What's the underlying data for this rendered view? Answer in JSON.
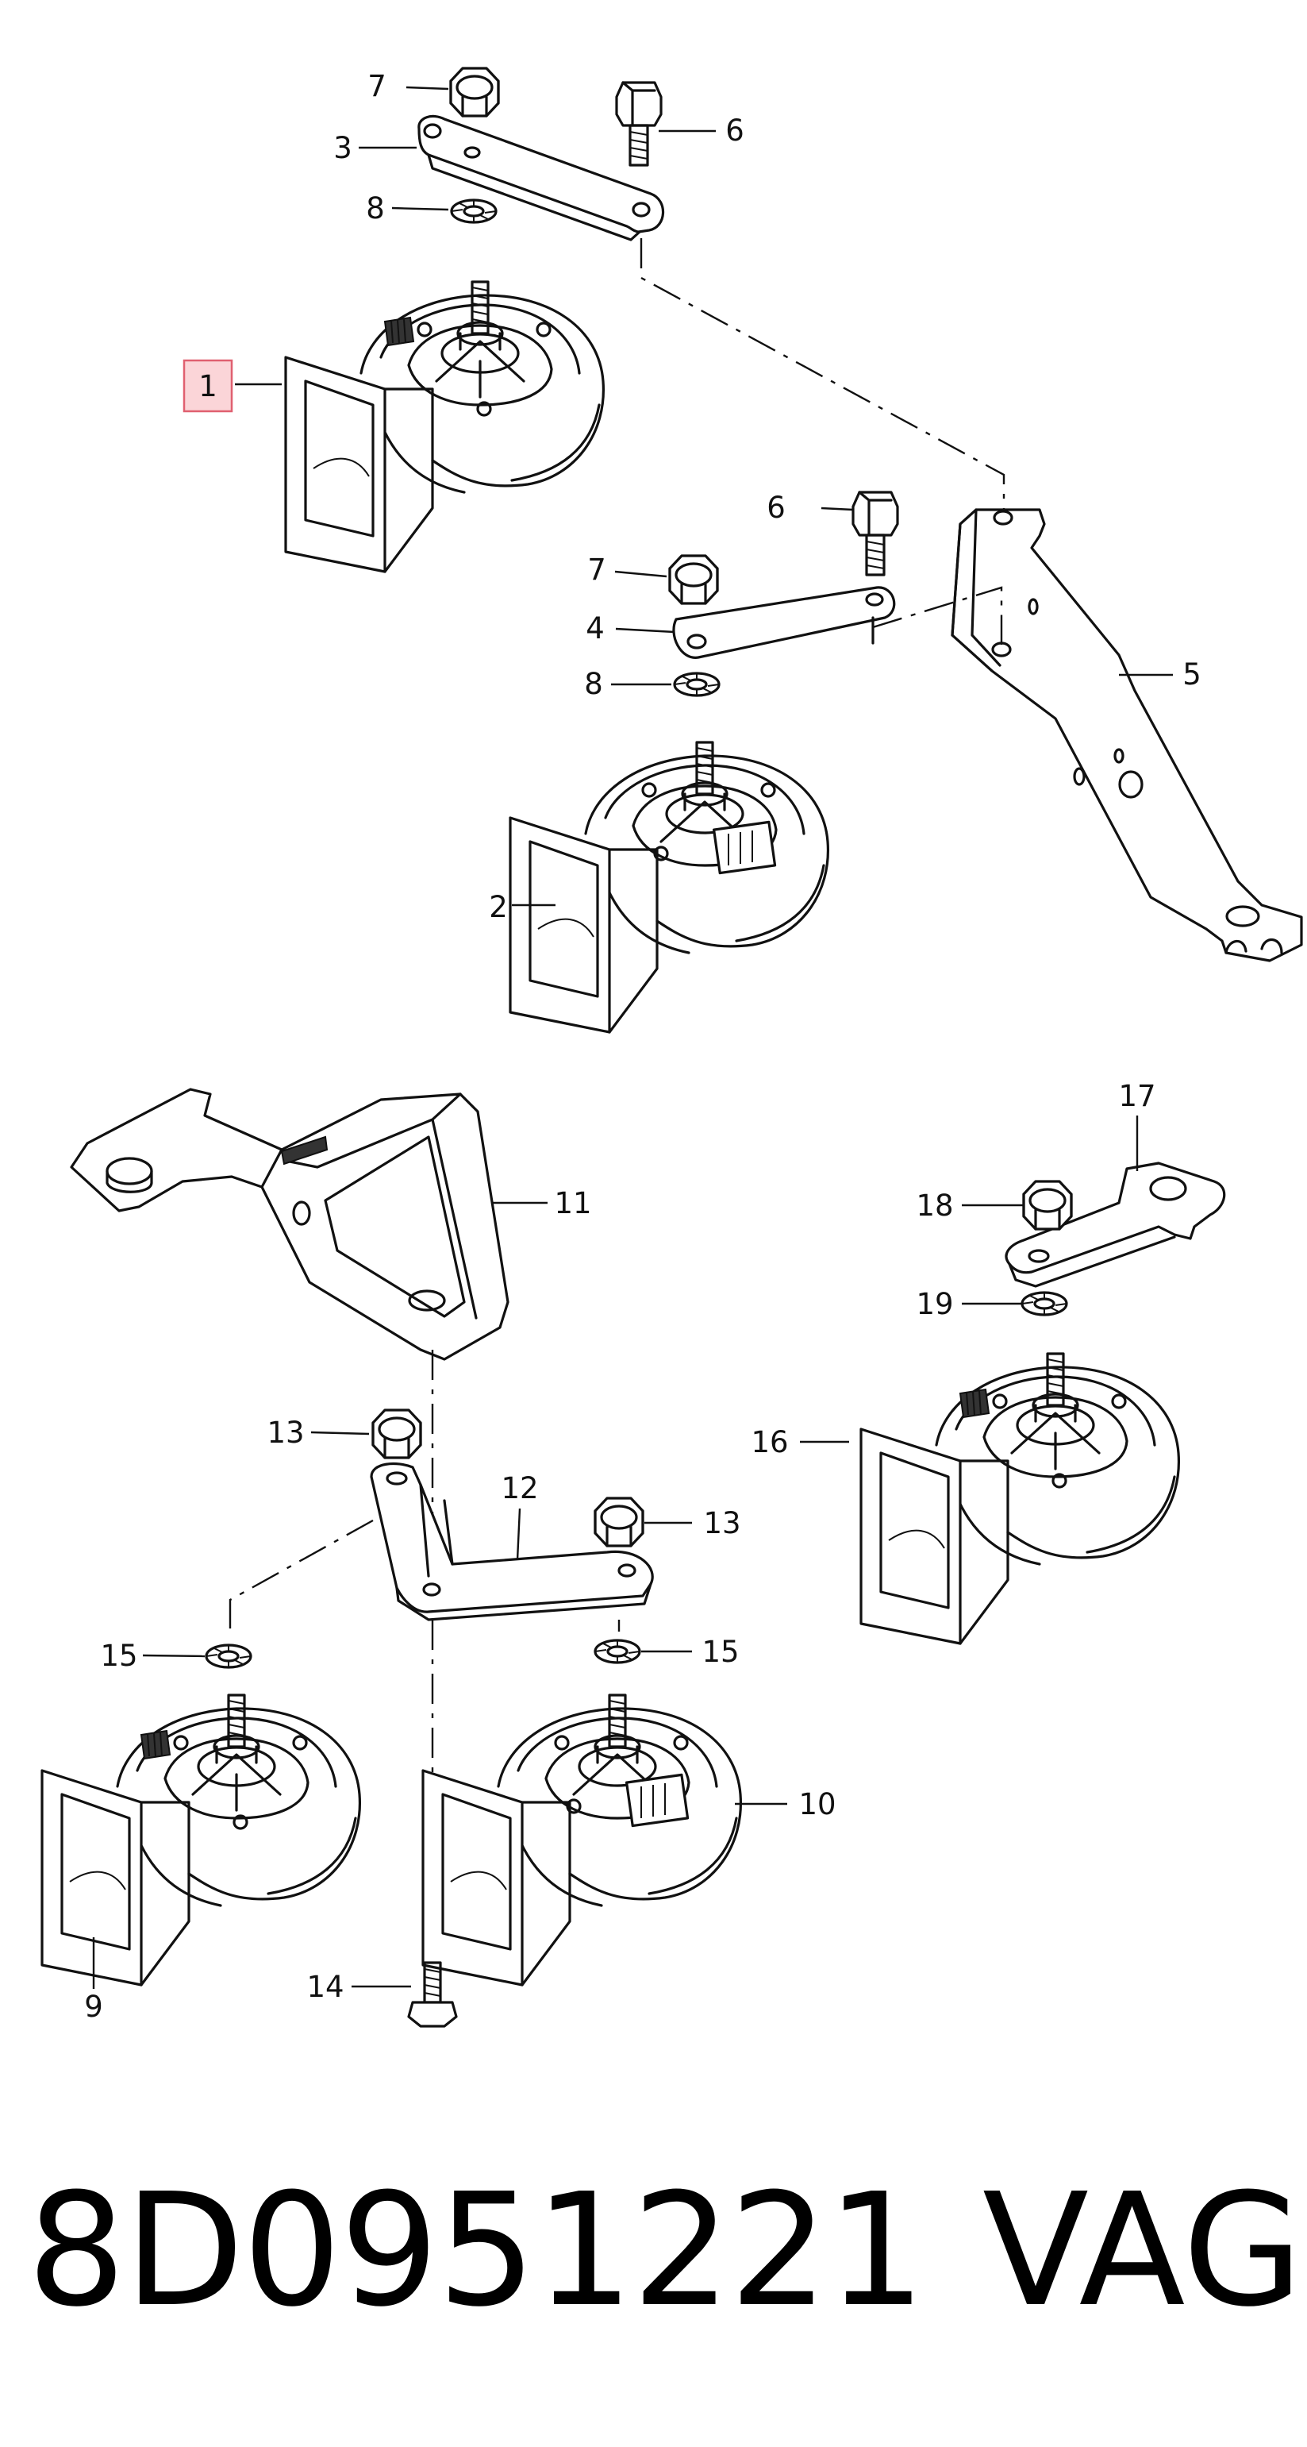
{
  "diagram": {
    "callouts": [
      {
        "id": "1",
        "text": "1",
        "highlighted": true
      },
      {
        "id": "2",
        "text": "2"
      },
      {
        "id": "3",
        "text": "3"
      },
      {
        "id": "4",
        "text": "4"
      },
      {
        "id": "5",
        "text": "5"
      },
      {
        "id": "6a",
        "text": "6"
      },
      {
        "id": "6b",
        "text": "6"
      },
      {
        "id": "7a",
        "text": "7"
      },
      {
        "id": "7b",
        "text": "7"
      },
      {
        "id": "8a",
        "text": "8"
      },
      {
        "id": "8b",
        "text": "8"
      },
      {
        "id": "9",
        "text": "9"
      },
      {
        "id": "10",
        "text": "10"
      },
      {
        "id": "11",
        "text": "11"
      },
      {
        "id": "12",
        "text": "12"
      },
      {
        "id": "13a",
        "text": "13"
      },
      {
        "id": "13b",
        "text": "13"
      },
      {
        "id": "14",
        "text": "14"
      },
      {
        "id": "15a",
        "text": "15"
      },
      {
        "id": "15b",
        "text": "15"
      },
      {
        "id": "16",
        "text": "16"
      },
      {
        "id": "17",
        "text": "17"
      },
      {
        "id": "18",
        "text": "18"
      },
      {
        "id": "19",
        "text": "19"
      }
    ],
    "highlight_color": "#fbd5d8"
  },
  "caption": {
    "part_number": "8D0951221",
    "brand": "VAG"
  }
}
